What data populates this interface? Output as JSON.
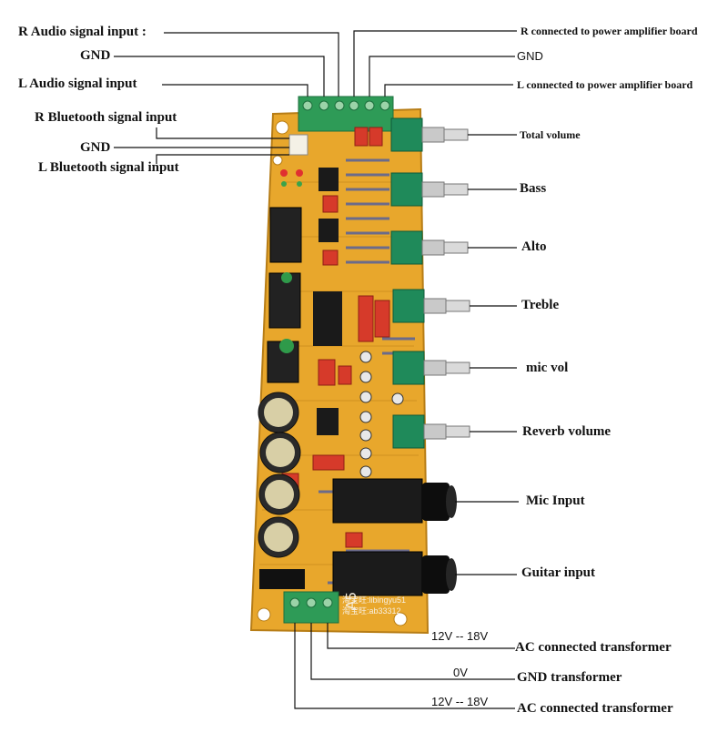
{
  "left_labels": {
    "r_audio": "R Audio signal input :",
    "gnd_top": "GND",
    "l_audio": "L Audio signal input",
    "r_bt": "R Bluetooth signal input",
    "gnd_bt": "GND",
    "l_bt": "L Bluetooth signal input"
  },
  "right_labels": {
    "r_amp": "R connected to power amplifier board",
    "gnd_amp": "GND",
    "l_amp": "L connected to power amplifier board",
    "total_volume": "Total volume",
    "bass": "Bass",
    "alto": "Alto",
    "treble": "Treble",
    "mic_vol": "mic vol",
    "reverb_volume": "Reverb volume",
    "mic_input": "Mic Input",
    "guitar_input": "Guitar input"
  },
  "bottom_labels": {
    "ac1": "AC connected transformer",
    "gnd_tr": "GND transformer",
    "ac2": "AC connected transformer",
    "v1": "12V -- 18V",
    "v0": "0V",
    "v2": "12V -- 18V"
  },
  "board": {
    "model": "A5",
    "seller1": "淘宝旺:libingyu51",
    "seller2": "淘宝旺:ab33312"
  },
  "colors": {
    "pcb": "#e8a72c",
    "terminal": "#2e9b57",
    "potentiometer": "#1f8a5a",
    "capacitor": "#d63a2a",
    "line": "#111111"
  }
}
